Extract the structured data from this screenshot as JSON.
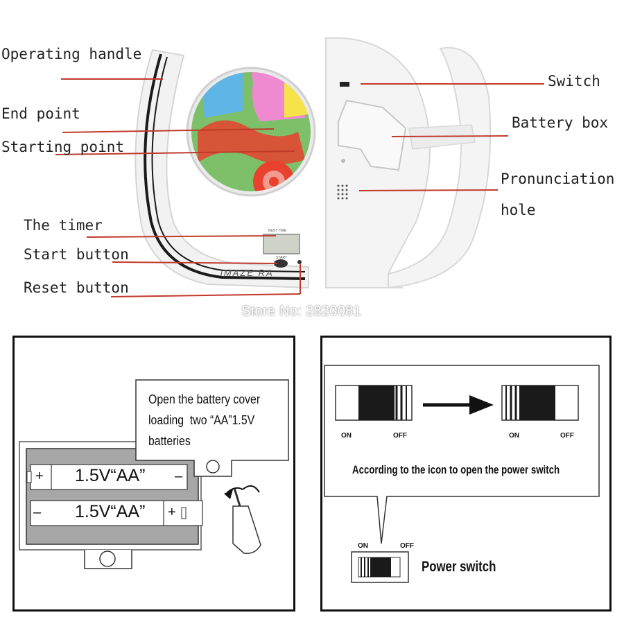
{
  "top": {
    "front_labels": {
      "operating_handle": "Operating handle",
      "end_point": "End point",
      "starting_point": "Starting point",
      "timer": "The timer",
      "start_button": "Start button",
      "reset_button": "Reset button"
    },
    "back_labels": {
      "switch": "Switch",
      "battery_box": "Battery box",
      "pronunciation_line1": "Pronunciation",
      "pronunciation_line2": "hole"
    },
    "device": {
      "brand": "iMAZE RA",
      "best_time_label": "BEST TIME",
      "start_label": "START"
    },
    "store": "Store No: 2820081"
  },
  "battery_panel": {
    "instruction_line1": "Open the battery cover",
    "instruction_line2": "loading  two “AA”1.5V",
    "instruction_line3": "batteries",
    "battery1_label": "1.5V“AA”",
    "battery2_label": "1.5V“AA”",
    "plus": "+",
    "minus": "–"
  },
  "switch_panel": {
    "on_label": "ON",
    "off_label": "OFF",
    "instruction": "According to the icon to open the power switch",
    "power_switch_label": "Power switch"
  },
  "colors": {
    "leader_line": "#c0392b",
    "panel_border": "#111111",
    "battery_gray": "#a7a7a7"
  }
}
